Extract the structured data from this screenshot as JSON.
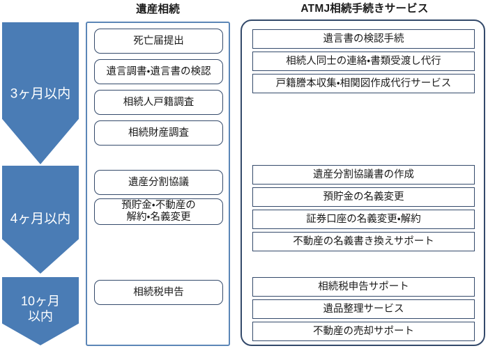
{
  "diagram": {
    "columns": {
      "left": {
        "title": "遺産相続",
        "items": [
          {
            "label": "死亡届提出"
          },
          {
            "label": "遺言調書・遺言書の検認"
          },
          {
            "label": "相続人戸籍調査"
          },
          {
            "label": "相続財産調査"
          },
          {
            "label": "遺産分割協議"
          },
          {
            "label": "預貯金・不動産の\n解約・名義変更"
          },
          {
            "label": "相続税申告"
          }
        ]
      },
      "right": {
        "title": "ATMJ相続手続きサービス",
        "items": [
          {
            "label": "遺言書の検認手続"
          },
          {
            "label": "相続人同士の連絡・書類受渡し代行"
          },
          {
            "label": "戸籍謄本収集・相関図作成代行サービス"
          },
          {
            "label": "遺産分割協議書の作成"
          },
          {
            "label": "預貯金の名義変更"
          },
          {
            "label": "証券口座の名義変更・解約"
          },
          {
            "label": "不動産の名義書き換えサポート"
          },
          {
            "label": "相続税申告サポート"
          },
          {
            "label": "遺品整理サービス"
          },
          {
            "label": "不動産の売却サポート"
          }
        ]
      }
    },
    "timeline": {
      "arrows": [
        {
          "label": "3ヶ月以内"
        },
        {
          "label": "4ヶ月以内"
        },
        {
          "label": "10ヶ月\n以内"
        }
      ]
    },
    "colors": {
      "arrow_fill": "#4a7cb5",
      "arrow_text": "#ffffff",
      "left_panel_border": "#5b86b7",
      "right_panel_border": "#33496a",
      "item_border": "#33496a",
      "item_fill": "#ffffff",
      "text": "#1a1a1a",
      "background": "#ffffff"
    }
  }
}
